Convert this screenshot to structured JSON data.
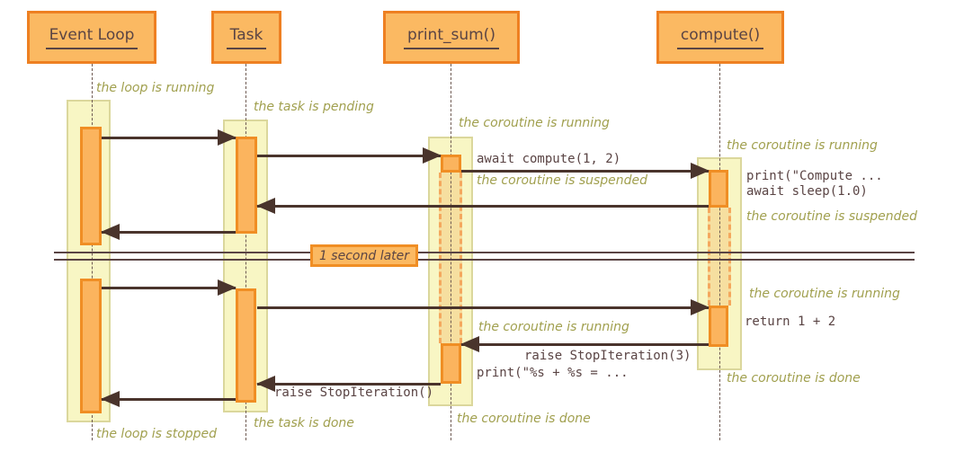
{
  "participants": [
    {
      "name": "Event Loop"
    },
    {
      "name": "Task"
    },
    {
      "name": "print_sum()"
    },
    {
      "name": "compute()"
    }
  ],
  "divider": {
    "label": "1 second later"
  },
  "states": {
    "loop_running": "the loop is running",
    "task_pending": "the task is pending",
    "print_sum_running_top": "the coroutine is running",
    "compute_running_top": "the coroutine is running",
    "print_sum_suspended": "the coroutine is suspended",
    "compute_suspended": "the coroutine is suspended",
    "compute_running_bottom": "the coroutine is running",
    "print_sum_running_bottom": "the coroutine is running",
    "compute_done": "the coroutine is done",
    "print_sum_done": "the coroutine is done",
    "task_done": "the task is done",
    "loop_stopped": "the loop is stopped"
  },
  "code": {
    "await_compute": "await compute(1, 2)",
    "print_compute": "print(\"Compute ...",
    "await_sleep": "await sleep(1.0)",
    "return_sum": "return 1 + 2",
    "raise_stop_3": "raise StopIteration(3)",
    "print_result": "print(\"%s + %s = ...",
    "raise_stop": "raise StopIteration()"
  },
  "colors": {
    "participant_fill": "#FBB962",
    "participant_border": "#EE8022",
    "activation_fill": "#F8F6C4",
    "activation_border": "#DBD79C",
    "execution_fill": "#FBB45E",
    "execution_border": "#F08E24",
    "suspension_dash": "#F4A85E",
    "arrow": "#4A342C",
    "state_text": "#A1A04F",
    "code_text": "#5A4444",
    "background": "#FFFFFF"
  }
}
